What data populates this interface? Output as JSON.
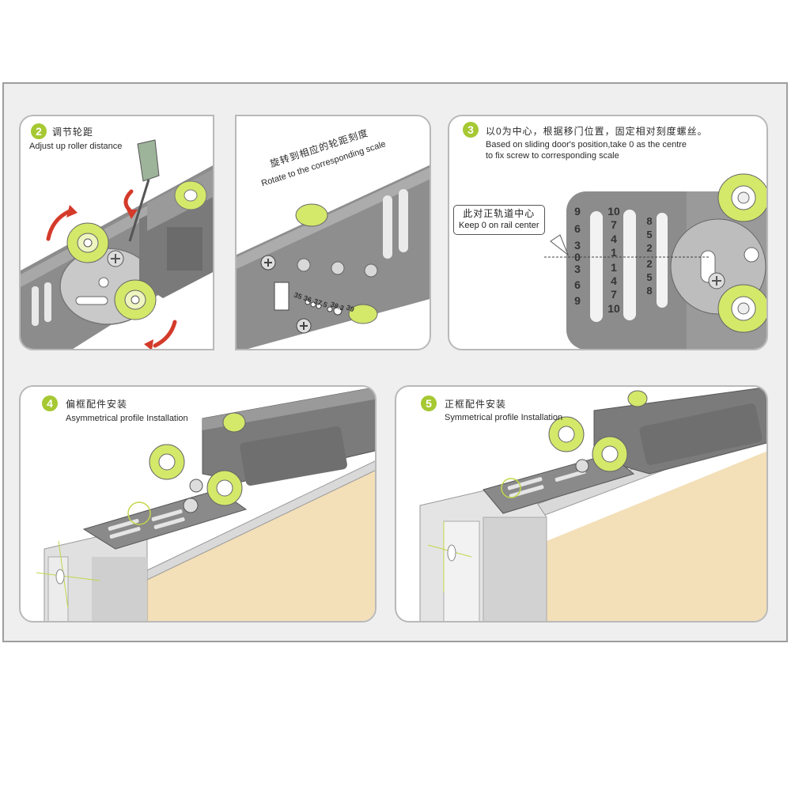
{
  "panel2": {
    "step_number": "2",
    "title_zh": "调节轮距",
    "title_en": "Adjust up roller distance"
  },
  "panel2b": {
    "title_zh": "旋转到相应的轮距刻度",
    "title_en": "Rotate to the corresponding scale",
    "scale_labels": [
      "35",
      "36",
      "37.5",
      "38.3",
      "39"
    ]
  },
  "panel3": {
    "step_number": "3",
    "title_zh": "以0为中心，根据移门位置，固定相对刻度螺丝。",
    "title_en_line1": "Based on sliding door's position,take 0 as the centre",
    "title_en_line2": "to fix screw to corresponding scale",
    "callout_zh": "此对正轨道中心",
    "callout_en": "Keep 0 on rail center",
    "scale_left": [
      "9",
      "6",
      "3",
      "0",
      "3",
      "6",
      "9"
    ],
    "scale_mid": [
      "10",
      "7",
      "4",
      "1",
      "1",
      "4",
      "7",
      "10"
    ],
    "scale_right": [
      "8",
      "5",
      "2",
      "2",
      "5",
      "8"
    ]
  },
  "panel4": {
    "step_number": "4",
    "title_zh": "偏框配件安装",
    "title_en": "Asymmetrical profile Installation"
  },
  "panel5": {
    "step_number": "5",
    "title_zh": "正框配件安装",
    "title_en": "Symmetrical profile Installation"
  },
  "colors": {
    "accent_green": "#a6c832",
    "roller_yellow": "#d4e86a",
    "arrow_red": "#d43a2a",
    "metal_gray": "#8a8a8a",
    "door_wood": "#f3dfb8"
  }
}
